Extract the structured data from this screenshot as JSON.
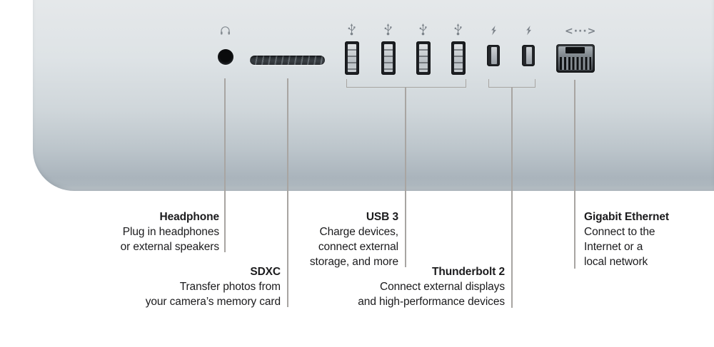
{
  "diagram_title": "iMac rear ports callout diagram",
  "labels": {
    "headphone": {
      "title": "Headphone",
      "lines": [
        "Plug in headphones",
        "or external speakers"
      ]
    },
    "sdxc": {
      "title": "SDXC",
      "lines": [
        "Transfer photos from",
        "your camera’s memory card"
      ]
    },
    "usb3": {
      "title": "USB 3",
      "lines": [
        "Charge devices,",
        "connect external",
        "storage, and more"
      ]
    },
    "thunderbolt2": {
      "title": "Thunderbolt 2",
      "lines": [
        "Connect external displays",
        "and high-performance devices"
      ]
    },
    "ethernet": {
      "title": "Gigabit Ethernet",
      "lines": [
        "Connect to the",
        "Internet or a",
        "local network"
      ]
    }
  },
  "icons": {
    "headphone": "headphone-icon",
    "usb": "usb-trident-icon",
    "thunderbolt": "lightning-bolt-icon",
    "ethernet_glyph": "<···>"
  },
  "ports": {
    "usb_count": 4,
    "thunderbolt_count": 2
  },
  "colors": {
    "panel_top": "#e5e8ea",
    "panel_bottom": "#aab4bc",
    "leader_line": "#a8a5a2",
    "text": "#1b1b1d",
    "icon_gray": "#7d848b"
  }
}
